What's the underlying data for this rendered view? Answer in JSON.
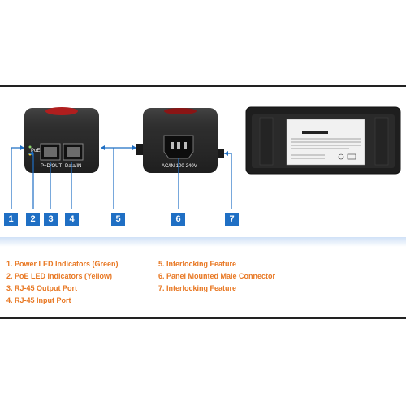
{
  "device_text": {
    "led_label": "PoE",
    "port_out": "P+D/OUT",
    "port_in": "Data/IN",
    "ac_input": "AC/IN 100-240V"
  },
  "badges": [
    "1",
    "2",
    "3",
    "4",
    "5",
    "6",
    "7"
  ],
  "legend": {
    "left": [
      "1. Power LED Indicators (Green)",
      "2. PoE LED Indicators (Yellow)",
      "3. RJ-45 Output Port",
      "4. RJ-45 Input Port"
    ],
    "right": [
      "5. Interlocking Feature",
      "6. Panel Mounted Male Connector",
      "7. Interlocking Feature"
    ]
  },
  "colors": {
    "badge": "#1f6fc4",
    "legend_text": "#e87722",
    "device_body": "#2b2b2b",
    "accent_red": "#b01e1e",
    "leader_line": "#1f6fc4"
  }
}
